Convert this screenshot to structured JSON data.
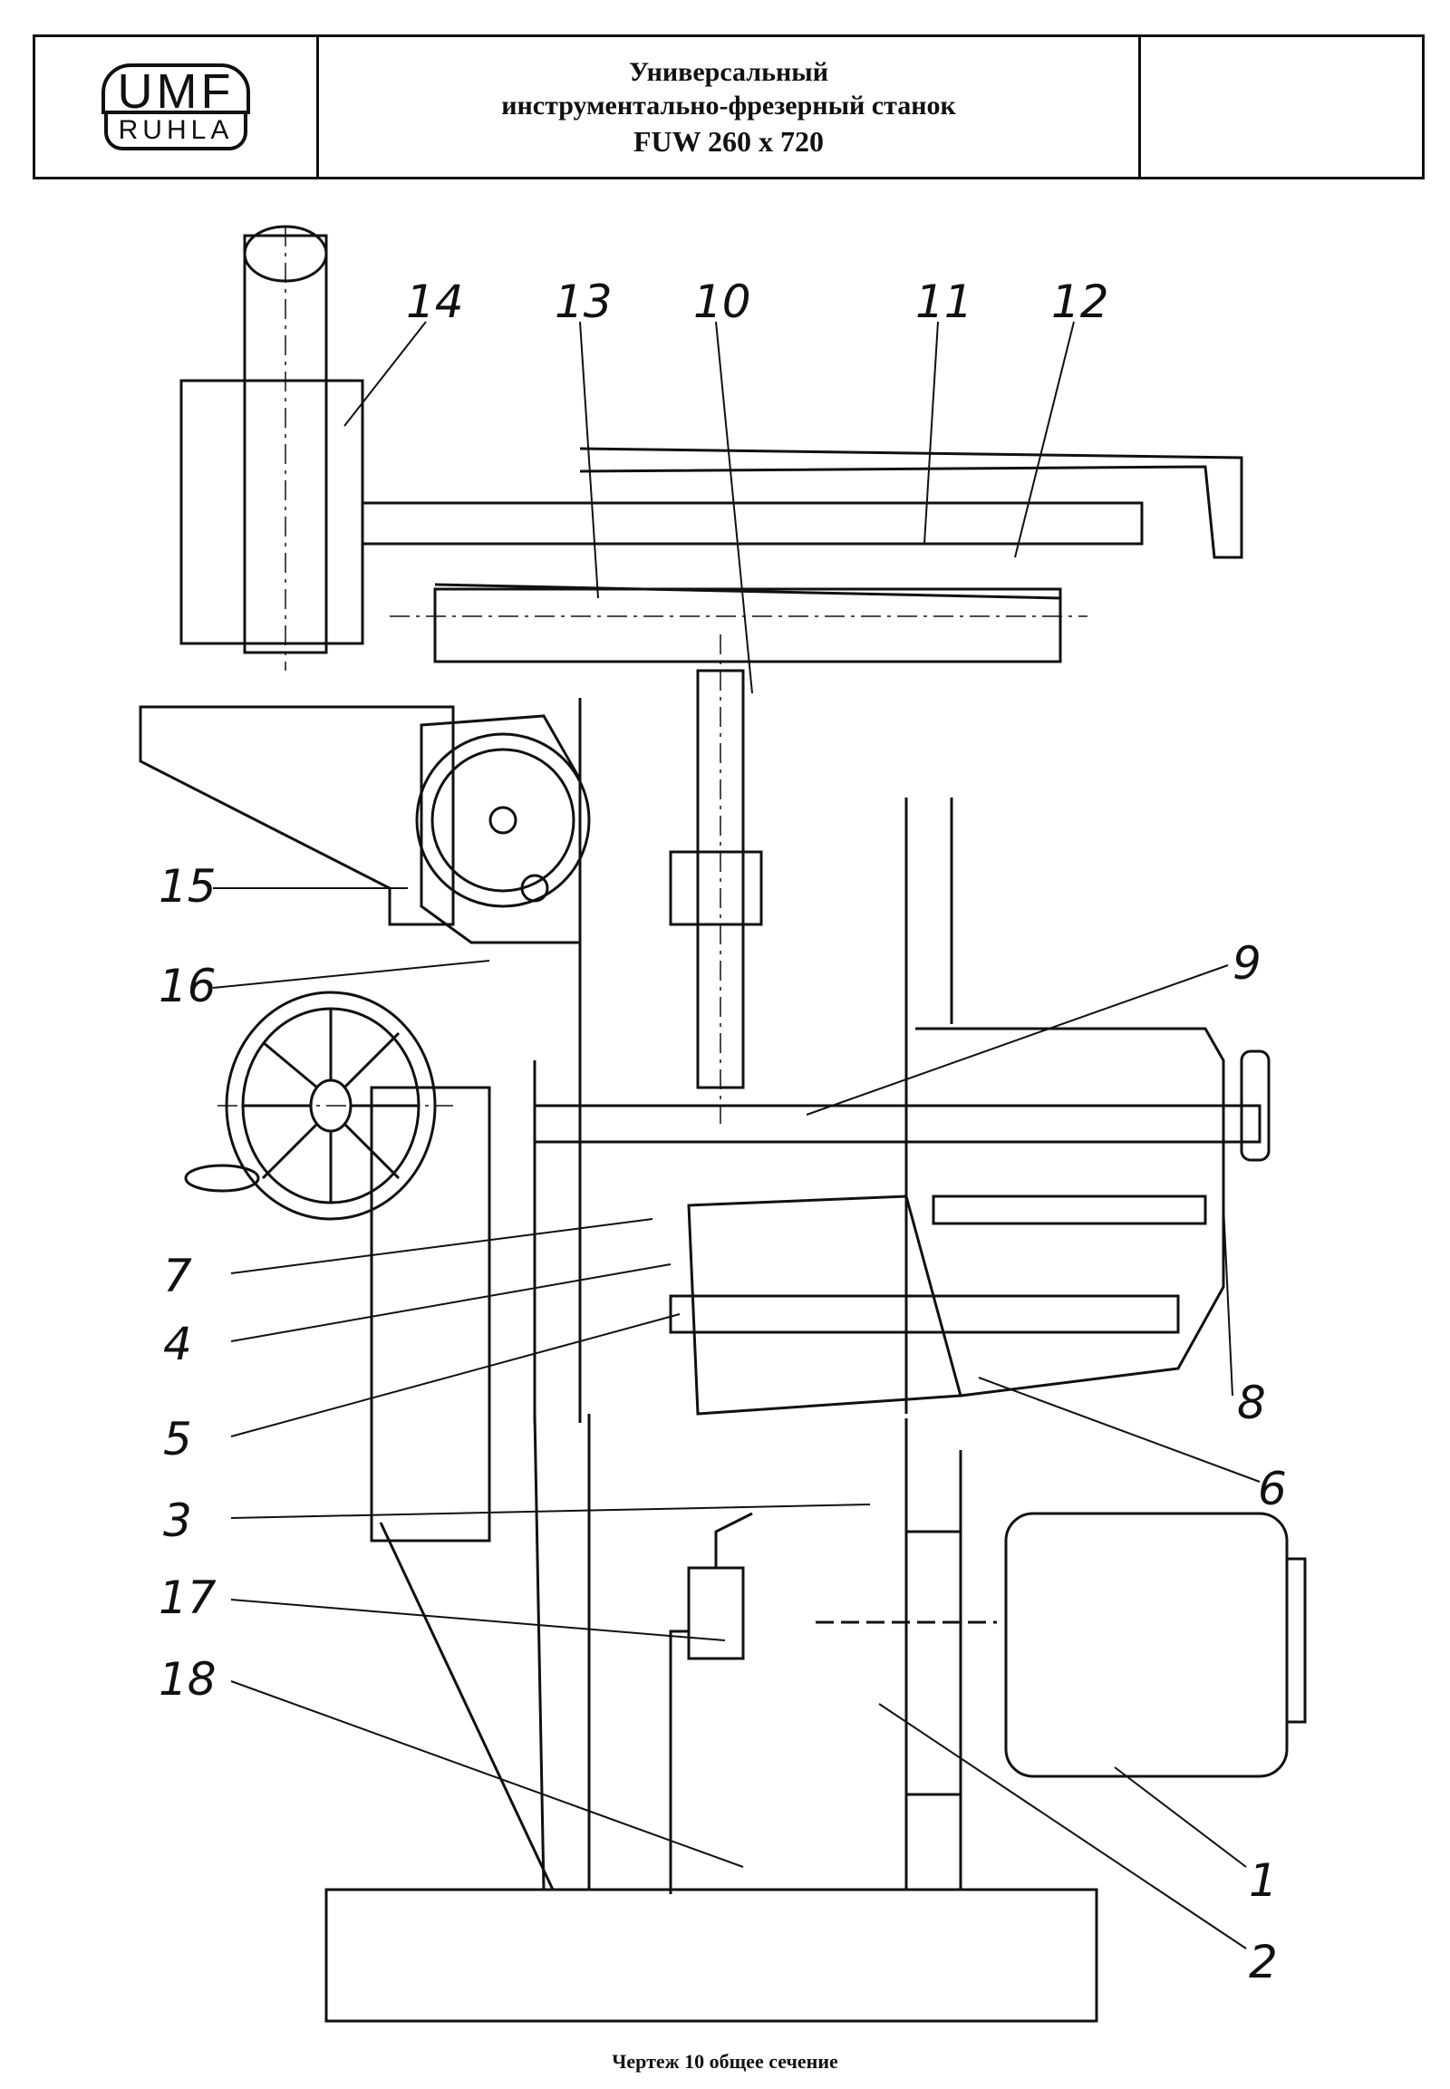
{
  "header": {
    "logo_top": "UMF",
    "logo_bottom": "RUHLA",
    "title_line1": "Универсальный",
    "title_line2": "инструментально-фрезерный станок",
    "title_line3": "FUW 260 x 720"
  },
  "callouts": [
    "1",
    "2",
    "3",
    "4",
    "5",
    "6",
    "7",
    "8",
    "9",
    "10",
    "11",
    "12",
    "13",
    "14",
    "15",
    "16",
    "17",
    "18"
  ],
  "caption": "Чертеж 10 общее сечение"
}
